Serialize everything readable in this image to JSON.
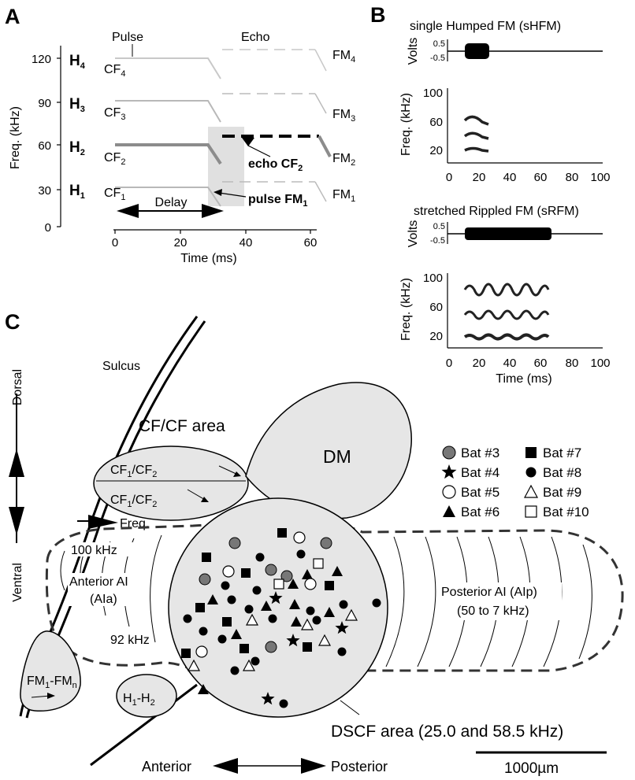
{
  "panelA": {
    "letter": "A",
    "pulse_label": "Pulse",
    "echo_label": "Echo",
    "harmonics": [
      {
        "name": "H",
        "sub": "4"
      },
      {
        "name": "H",
        "sub": "3"
      },
      {
        "name": "H",
        "sub": "2"
      },
      {
        "name": "H",
        "sub": "1"
      }
    ],
    "cf_labels": [
      {
        "name": "CF",
        "sub": "4"
      },
      {
        "name": "CF",
        "sub": "3"
      },
      {
        "name": "CF",
        "sub": "2"
      },
      {
        "name": "CF",
        "sub": "1"
      }
    ],
    "fm_labels": [
      {
        "name": "FM",
        "sub": "4"
      },
      {
        "name": "FM",
        "sub": "3"
      },
      {
        "name": "FM",
        "sub": "2"
      },
      {
        "name": "FM",
        "sub": "1"
      }
    ],
    "echo_cf2": {
      "name": "echo CF",
      "sub": "2"
    },
    "pulse_fm1": {
      "name": "pulse FM",
      "sub": "1"
    },
    "delay_label": "Delay",
    "ylabel": "Freq. (kHz)",
    "xlabel": "Time (ms)",
    "yticks": [
      "0",
      "30",
      "60",
      "90",
      "120"
    ],
    "xticks": [
      "0",
      "20",
      "40",
      "60"
    ]
  },
  "panelB": {
    "letter": "B",
    "title1": "single Humped FM (sHFM)",
    "title2": "stretched Rippled FM (sRFM)",
    "volts_label": "Volts",
    "volts_ticks": [
      "0.5",
      "-0.5"
    ],
    "freq_label": "Freq. (kHz)",
    "freq_ticks": [
      "100",
      "60",
      "20"
    ],
    "time_ticks": [
      "0",
      "20",
      "40",
      "60",
      "80",
      "100"
    ],
    "xlabel": "Time (ms)"
  },
  "panelC": {
    "letter": "C",
    "sulcus": "Sulcus",
    "dorsal": "Dorsal",
    "ventral": "Ventral",
    "cfcf_area": "CF/CF area",
    "cfcf_row1": {
      "a": "CF",
      "asub": "1",
      "b": "/CF",
      "bsub": "2"
    },
    "cfcf_row2": {
      "a": "CF",
      "asub": "1",
      "b": "/CF",
      "bsub": "2"
    },
    "freq": "Freq.",
    "dm": "DM",
    "khz100": "100 kHz",
    "anterior_ai": "Anterior AI",
    "ala": "(AIa)",
    "khz92": "92 kHz",
    "posterior_ai": "Posterior AI (AIp)",
    "posterior_range": "(50 to 7 kHz)",
    "fm1fmn": {
      "a": "FM",
      "asub": "1",
      "b": "-FM",
      "bsub": "n"
    },
    "h1h2": {
      "a": "H",
      "asub": "1",
      "b": "-H",
      "bsub": "2"
    },
    "dscf": "DSCF area (25.0 and 58.5 kHz)",
    "anterior": "Anterior",
    "posterior": "Posterior",
    "scale": "1000µm",
    "legend": [
      {
        "label": "Bat #3",
        "marker": "circle-gray"
      },
      {
        "label": "Bat #7",
        "marker": "square-black"
      },
      {
        "label": "Bat #4",
        "marker": "star-black"
      },
      {
        "label": "Bat #8",
        "marker": "circle-black"
      },
      {
        "label": "Bat #5",
        "marker": "circle-white"
      },
      {
        "label": "Bat #9",
        "marker": "triangle-white"
      },
      {
        "label": "Bat #6",
        "marker": "triangle-black"
      },
      {
        "label": "Bat #10",
        "marker": "square-white"
      }
    ]
  }
}
